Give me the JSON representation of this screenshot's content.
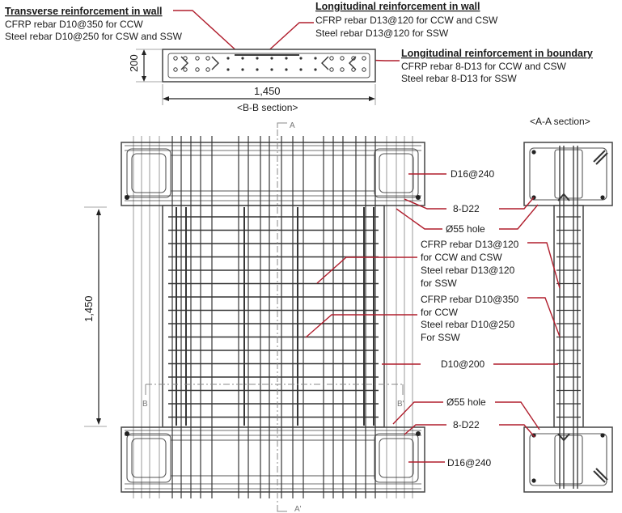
{
  "transverse": {
    "heading": "Transverse reinforcement in wall",
    "line1": "CFRP rebar D10@350 for CCW",
    "line2": "Steel rebar D10@250 for CSW and SSW"
  },
  "longitudinal_wall": {
    "heading": "Longitudinal reinforcement in wall",
    "line1": "CFRP rebar D13@120 for CCW and CSW",
    "line2": "Steel rebar D13@120 for SSW"
  },
  "longitudinal_boundary": {
    "heading": "Longitudinal reinforcement in boundary",
    "line1": "CFRP rebar 8-D13 for CCW and CSW",
    "line2": "Steel rebar 8-D13 for SSW"
  },
  "bb_section": {
    "thickness_dim": "200",
    "width_dim": "1,450",
    "title": "<B-B section>"
  },
  "aa_section": {
    "title": "<A-A section>"
  },
  "elevation": {
    "height_dim": "1,450",
    "cut_a_top": "A",
    "cut_a_bottom": "A'",
    "cut_b_left": "B",
    "cut_b_right": "B'"
  },
  "callouts": {
    "d16_top": "D16@240",
    "d22_top": "8-D22",
    "hole_top": "Ø55 hole",
    "long_l1": "CFRP rebar D13@120",
    "long_l2": "for CCW and CSW",
    "long_l3": "Steel rebar D13@120",
    "long_l4": "for SSW",
    "trans_l1": "CFRP rebar D10@350",
    "trans_l2": "for CCW",
    "trans_l3": "Steel rebar D10@250",
    "trans_l4": "For SSW",
    "d10": "D10@200",
    "hole_bottom": "Ø55 hole",
    "d22_bottom": "8-D22",
    "d16_bottom": "D16@240"
  },
  "colors": {
    "leader": "#b01e2d",
    "steel": "#333333",
    "concrete": "#555555"
  }
}
